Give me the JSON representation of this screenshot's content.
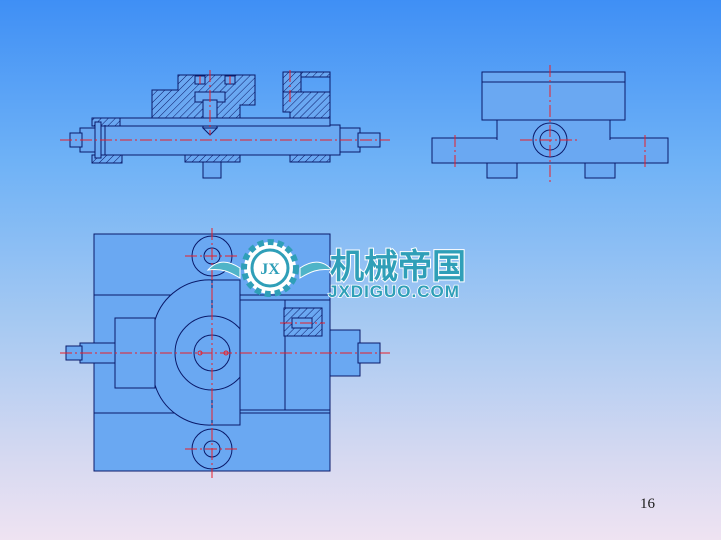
{
  "slide": {
    "page_number": "16"
  },
  "logo": {
    "chinese_text": "机械帝国",
    "site_text": "JXDIGUO.COM",
    "emblem_letters": "JX"
  },
  "colors": {
    "outline": "#0a1a6a",
    "part_fill": "#6aa8f2",
    "centerline": "#e8202a",
    "logo_teal": "#2f9fb8"
  }
}
